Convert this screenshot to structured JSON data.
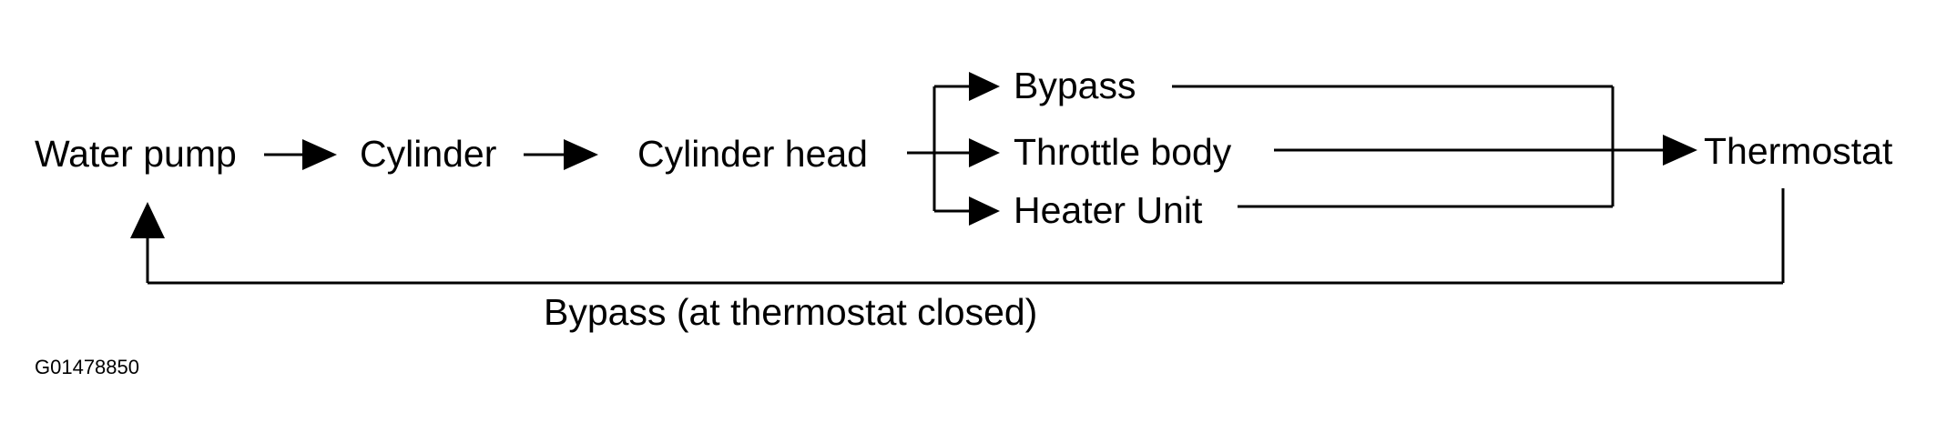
{
  "nodes": {
    "water_pump": "Water pump",
    "cylinder": "Cylinder",
    "cylinder_head": "Cylinder head",
    "bypass": "Bypass",
    "throttle_body": "Throttle body",
    "heater_unit": "Heater Unit",
    "thermostat": "Thermostat"
  },
  "return_label": "Bypass (at thermostat closed)",
  "figure_code": "G01478850"
}
